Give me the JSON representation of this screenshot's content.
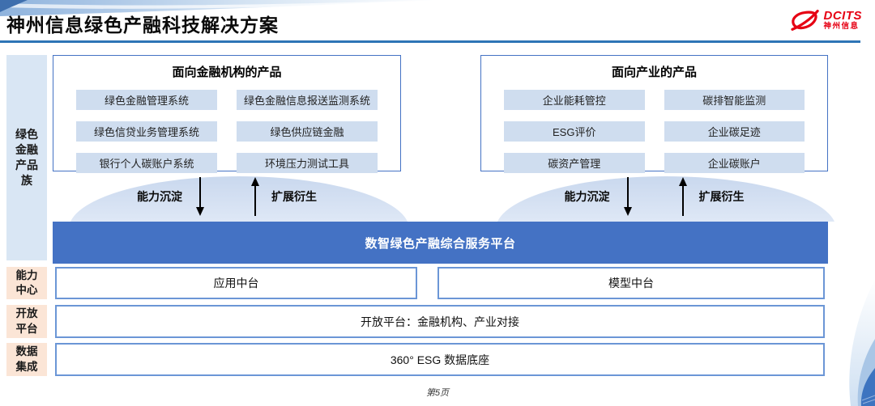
{
  "header": {
    "title": "神州信息绿色产融科技解决方案",
    "logo_text": "DCITS",
    "logo_subtext": "神州信息"
  },
  "left_rail": {
    "product_family": "绿色金融产品族",
    "capability": "能力中心",
    "open": "开放平台",
    "data": "数据集成"
  },
  "groups": [
    {
      "title": "面向金融机构的产品",
      "items": [
        "绿色金融管理系统",
        "绿色金融信息报送监测系统",
        "绿色信贷业务管理系统",
        "绿色供应链金融",
        "银行个人碳账户系统",
        "环境压力测试工具"
      ]
    },
    {
      "title": "面向产业的产品",
      "items": [
        "企业能耗管控",
        "碳排智能监测",
        "ESG评价",
        "企业碳足迹",
        "碳资产管理",
        "企业碳账户"
      ]
    }
  ],
  "flow": {
    "down": "能力沉淀",
    "up": "扩展衍生"
  },
  "platform": "数智绿色产融综合服务平台",
  "middle": {
    "app": "应用中台",
    "model": "模型中台"
  },
  "open_platform": "开放平台：金融机构、产业对接",
  "data_base": "360° ESG 数据底座",
  "footer": "第5页",
  "colors": {
    "platform_blue": "#4472c4",
    "box_border_blue": "#4472c4",
    "row_border_blue": "#6b96d6",
    "chip_blue": "#cfddef",
    "rail_blue": "#d9e6f4",
    "rail_peach": "#fbe5d6",
    "header_line_blue": "#2e75b6",
    "logo_red": "#e60013"
  }
}
